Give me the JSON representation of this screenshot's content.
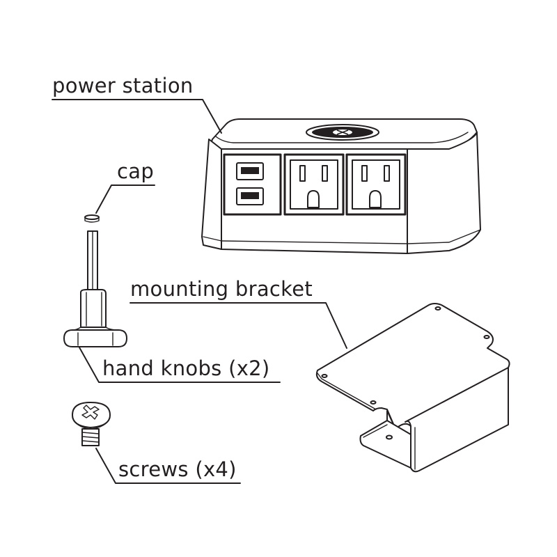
{
  "labels": {
    "power_station": "power station",
    "cap": "cap",
    "mounting_bracket": "mounting bracket",
    "hand_knobs": "hand knobs (x2)",
    "screws": "screws (x4)"
  },
  "colors": {
    "line": "#231f20",
    "background": "#ffffff"
  }
}
